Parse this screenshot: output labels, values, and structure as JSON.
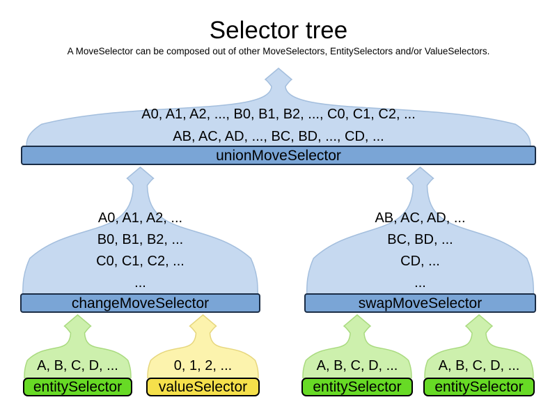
{
  "title": "Selector tree",
  "subtitle": "A MoveSelector can be composed out of other MoveSelectors, EntitySelectors and/or ValueSelectors.",
  "colors": {
    "blue_fill": "#c6d9f0",
    "blue_stroke": "#a3bedd",
    "blue_bar": "#7aa5d6",
    "blue_bar_border": "#1a2c45",
    "green_fill": "#cdf0ad",
    "green_stroke": "#a9da7f",
    "green_bar": "#67da25",
    "yellow_fill": "#fcf3ad",
    "yellow_stroke": "#e6d67d",
    "yellow_bar": "#f5e04b",
    "selector_border": "#000000"
  },
  "nodes": {
    "union": {
      "label": "unionMoveSelector",
      "lines": [
        "A0, A1, A2, ..., B0, B1, B2, ..., C0, C1, C2, ...",
        "AB, AC, AD, ..., BC, BD, ..., CD, ..."
      ]
    },
    "change": {
      "label": "changeMoveSelector",
      "lines": [
        "A0, A1, A2, ...",
        "B0, B1, B2, ...",
        "C0, C1, C2, ...",
        "..."
      ]
    },
    "swap": {
      "label": "swapMoveSelector",
      "lines": [
        "AB, AC, AD, ...",
        "BC, BD, ...",
        "CD, ...",
        "..."
      ]
    },
    "entity1": {
      "label": "entitySelector",
      "lines": [
        "A, B, C, D, ..."
      ]
    },
    "value1": {
      "label": "valueSelector",
      "lines": [
        "0, 1, 2, ..."
      ]
    },
    "entity2": {
      "label": "entitySelector",
      "lines": [
        "A, B, C, D, ..."
      ]
    },
    "entity3": {
      "label": "entitySelector",
      "lines": [
        "A, B, C, D, ..."
      ]
    }
  }
}
